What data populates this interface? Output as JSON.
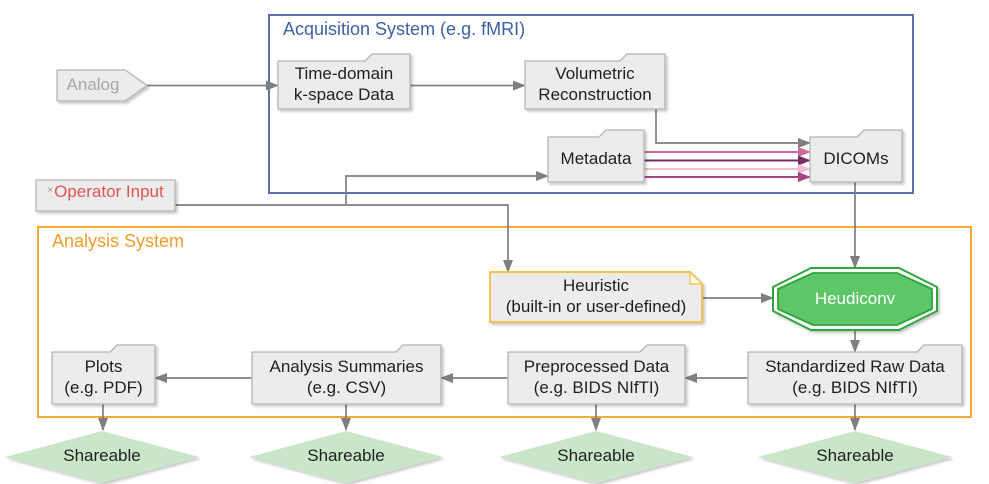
{
  "colors": {
    "node_fill": "#ececec",
    "node_border": "#b5b5b5",
    "node_text": "#1f1f1f",
    "arrow_gray": "#7f7f7f",
    "acquisition_border": "#5873ad",
    "acquisition_title": "#3d61a5",
    "analysis_border": "#f6a83a",
    "analysis_title": "#ef9d27",
    "heuristic_border": "#f3c34f",
    "heudiconv_fill": "#5dc767",
    "heudiconv_border": "#2fa53c",
    "heudiconv_text": "#ffffff",
    "diamond_fill": "#c9e6c9",
    "operator_text": "#e05456",
    "operator_mark": "#9a9a9a",
    "analog_text": "#a6a6a6",
    "metadata_arrow_1": "#d2679c",
    "metadata_arrow_2": "#772d62",
    "metadata_arrow_3": "#f2bcd4",
    "metadata_arrow_4": "#aa4480"
  },
  "clusters": {
    "acquisition": {
      "label": "Acquisition System (e.g. fMRI)"
    },
    "analysis": {
      "label": "Analysis System"
    }
  },
  "nodes": {
    "analog": {
      "label": "Analog"
    },
    "kspace": {
      "label": "Time-domain\nk-space Data"
    },
    "volumetric": {
      "label": "Volumetric\nReconstruction"
    },
    "metadata": {
      "label": "Metadata"
    },
    "dicoms": {
      "label": "DICOMs"
    },
    "operator_input": {
      "mark": "×",
      "label": "Operator Input"
    },
    "heuristic": {
      "label": "Heuristic\n(built-in or user-defined)"
    },
    "heudiconv": {
      "label": "Heudiconv"
    },
    "standardized_raw": {
      "label": "Standardized Raw Data\n(e.g. BIDS NIfTI)"
    },
    "preprocessed": {
      "label": "Preprocessed Data\n(e.g. BIDS NIfTI)"
    },
    "summaries": {
      "label": "Analysis Summaries\n(e.g. CSV)"
    },
    "plots": {
      "label": "Plots\n(e.g. PDF)"
    },
    "shareable_plots": {
      "label": "Shareable"
    },
    "shareable_summaries": {
      "label": "Shareable"
    },
    "shareable_preprocessed": {
      "label": "Shareable"
    },
    "shareable_raw": {
      "label": "Shareable"
    }
  }
}
